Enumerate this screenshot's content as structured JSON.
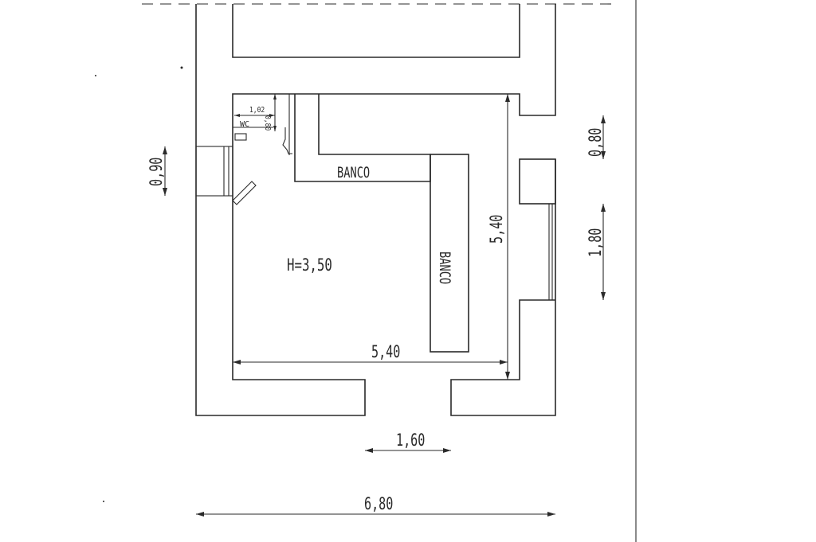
{
  "labels": {
    "room_height": "H=3,50",
    "counter_top": "BANCO",
    "counter_side": "BANCO",
    "wc": "WC",
    "wc_width": "1,02",
    "wc_depth": "0,80",
    "room_width": "5,40",
    "room_depth": "5,40",
    "door_width": "1,60",
    "total_width": "6,80",
    "left_opening": "0,90",
    "right_top": "0,80",
    "right_window": "1,80"
  }
}
